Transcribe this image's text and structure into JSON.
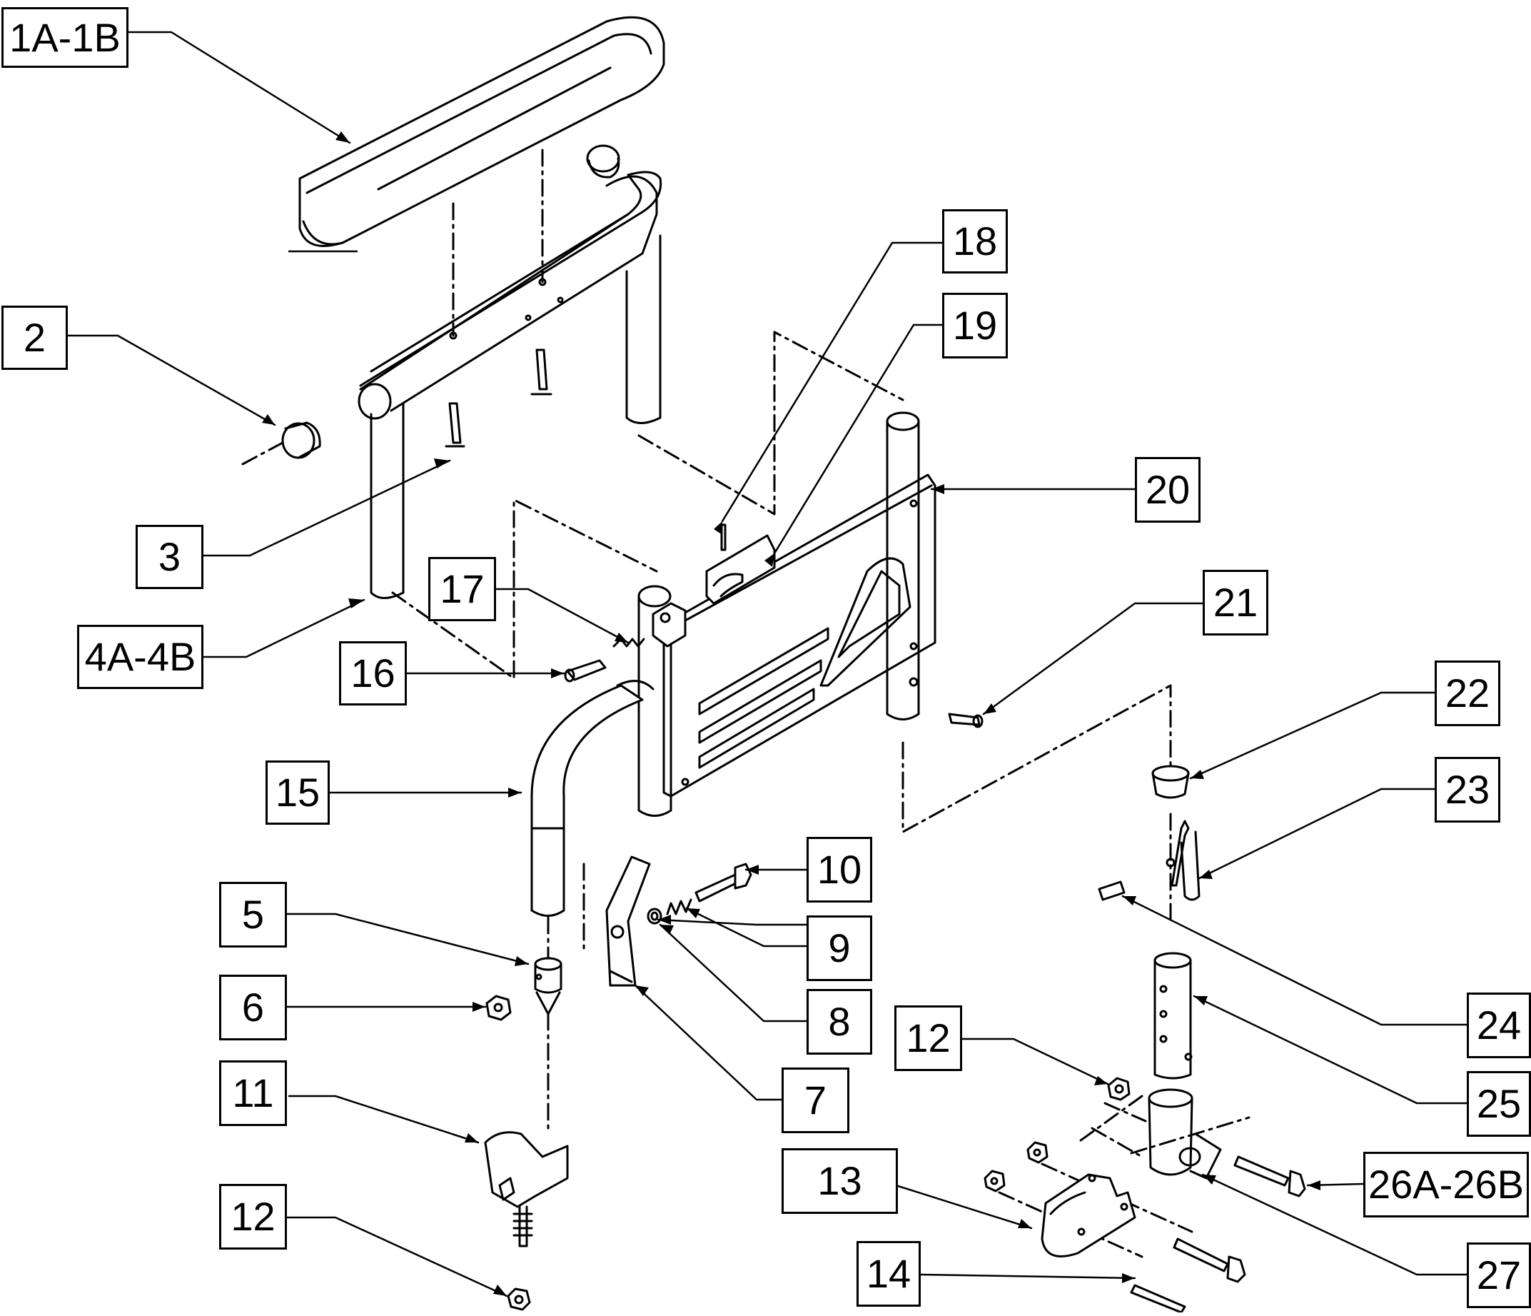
{
  "diagram": {
    "type": "exploded-parts-diagram",
    "line_color": "#000000",
    "background": "#ffffff"
  },
  "callouts": [
    {
      "id": "c-1a-1b",
      "text": "1A-1B"
    },
    {
      "id": "c-2",
      "text": "2"
    },
    {
      "id": "c-3",
      "text": "3"
    },
    {
      "id": "c-4a-4b",
      "text": "4A-4B"
    },
    {
      "id": "c-5",
      "text": "5"
    },
    {
      "id": "c-6",
      "text": "6"
    },
    {
      "id": "c-7",
      "text": "7"
    },
    {
      "id": "c-8",
      "text": "8"
    },
    {
      "id": "c-9",
      "text": "9"
    },
    {
      "id": "c-10",
      "text": "10"
    },
    {
      "id": "c-11",
      "text": "11"
    },
    {
      "id": "c-12a",
      "text": "12"
    },
    {
      "id": "c-12b",
      "text": "12"
    },
    {
      "id": "c-13",
      "text": "13"
    },
    {
      "id": "c-14",
      "text": "14"
    },
    {
      "id": "c-15",
      "text": "15"
    },
    {
      "id": "c-16",
      "text": "16"
    },
    {
      "id": "c-17",
      "text": "17"
    },
    {
      "id": "c-18",
      "text": "18"
    },
    {
      "id": "c-19",
      "text": "19"
    },
    {
      "id": "c-20",
      "text": "20"
    },
    {
      "id": "c-21",
      "text": "21"
    },
    {
      "id": "c-22",
      "text": "22"
    },
    {
      "id": "c-23",
      "text": "23"
    },
    {
      "id": "c-24",
      "text": "24"
    },
    {
      "id": "c-25",
      "text": "25"
    },
    {
      "id": "c-26a-26b",
      "text": "26A-26B"
    },
    {
      "id": "c-27",
      "text": "27"
    }
  ]
}
